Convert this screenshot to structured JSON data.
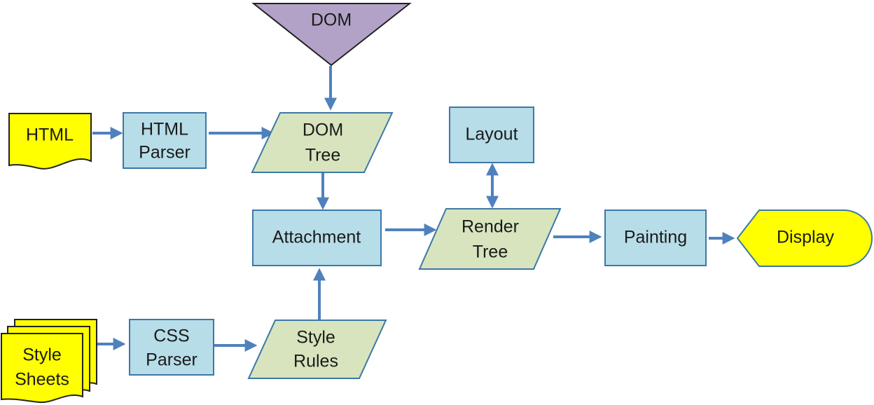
{
  "nodes": {
    "dom": {
      "label": "DOM"
    },
    "html": {
      "label": "HTML"
    },
    "html_parser": {
      "line1": "HTML",
      "line2": "Parser"
    },
    "dom_tree": {
      "line1": "DOM",
      "line2": "Tree"
    },
    "layout": {
      "label": "Layout"
    },
    "attachment": {
      "label": "Attachment"
    },
    "render_tree": {
      "line1": "Render",
      "line2": "Tree"
    },
    "painting": {
      "label": "Painting"
    },
    "display": {
      "label": "Display"
    },
    "style_sheets": {
      "line1": "Style",
      "line2": "Sheets"
    },
    "css_parser": {
      "line1": "CSS",
      "line2": "Parser"
    },
    "style_rules": {
      "line1": "Style",
      "line2": "Rules"
    }
  },
  "colors": {
    "process_fill": "#b7dde8",
    "data_fill": "#d7e4bd",
    "document_fill": "#ffff00",
    "dom_fill": "#b2a2c7",
    "arrow": "#4f81bd",
    "outline": "#3c78a8"
  }
}
